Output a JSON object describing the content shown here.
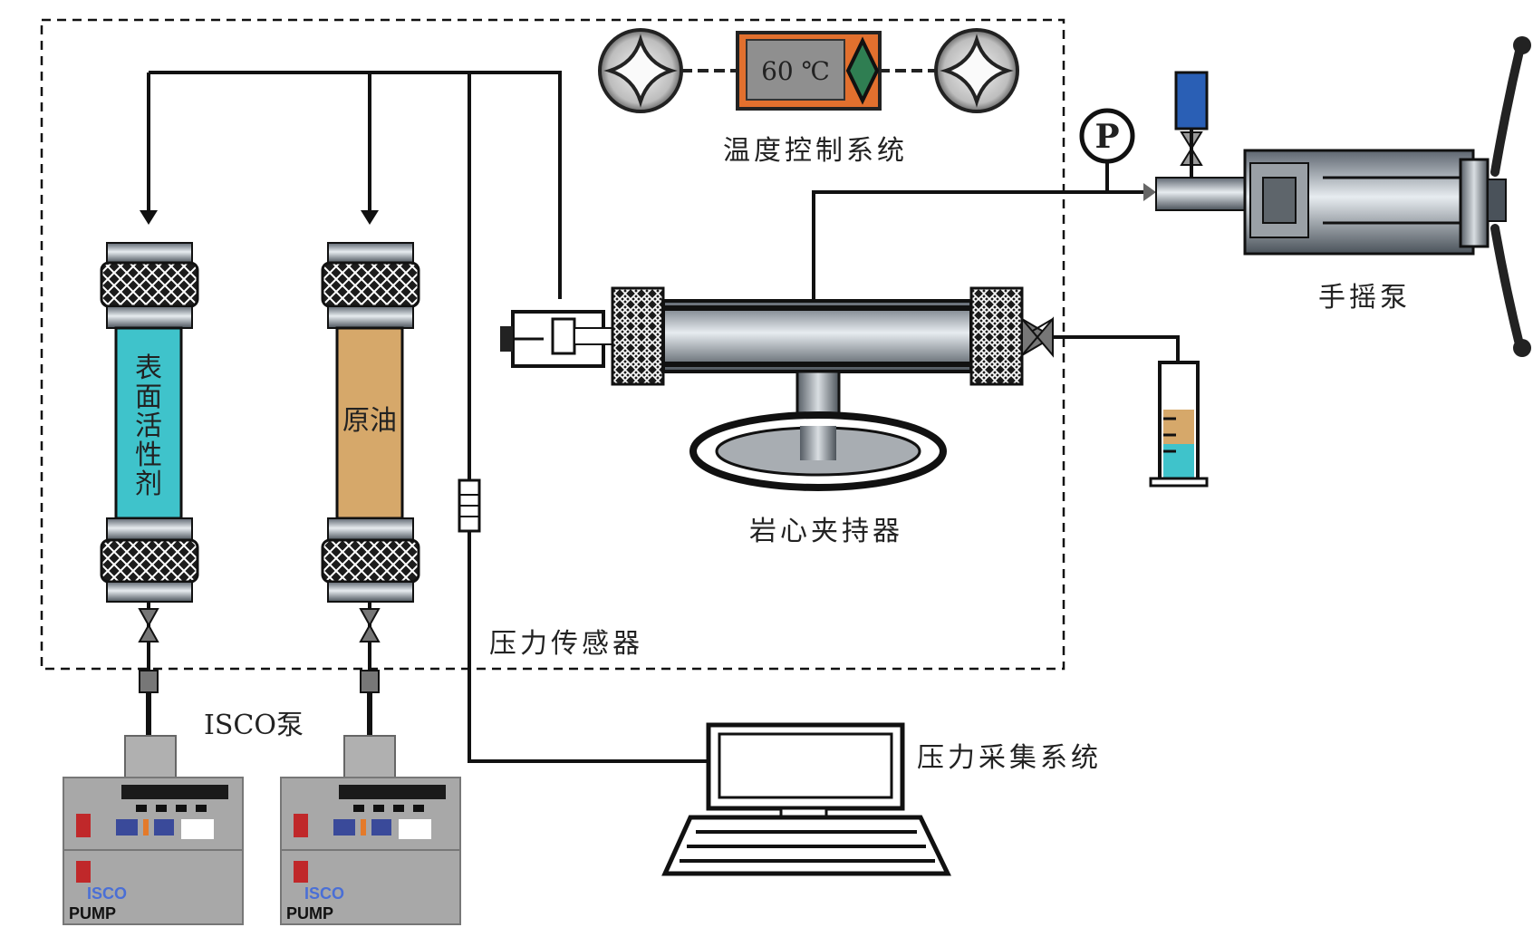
{
  "labels": {
    "temperature_display": "60 ℃",
    "temperature_system": "温度控制系统",
    "pressure_gauge": "P",
    "hand_pump": "手摇泵",
    "surfactant_chars": [
      "表",
      "面",
      "活",
      "性",
      "剂"
    ],
    "crude_oil": "原油",
    "core_holder": "岩心夹持器",
    "pressure_sensor": "压力传感器",
    "isco_pump": "ISCO泵",
    "pressure_acquisition": "压力采集系统",
    "pump_brand_1": "ISCO",
    "pump_brand_2": "PUMP"
  },
  "colors": {
    "surfactant": "#3fc3cb",
    "crude_oil": "#d6a86a",
    "controller": "#e2702e",
    "pump_body": "#a8a8a8",
    "valve_blue": "#2a5fb5"
  },
  "icons": {
    "fan_left": "fan-icon",
    "fan_right": "fan-icon",
    "gauge": "pressure-gauge-icon",
    "computer": "computer-icon"
  }
}
